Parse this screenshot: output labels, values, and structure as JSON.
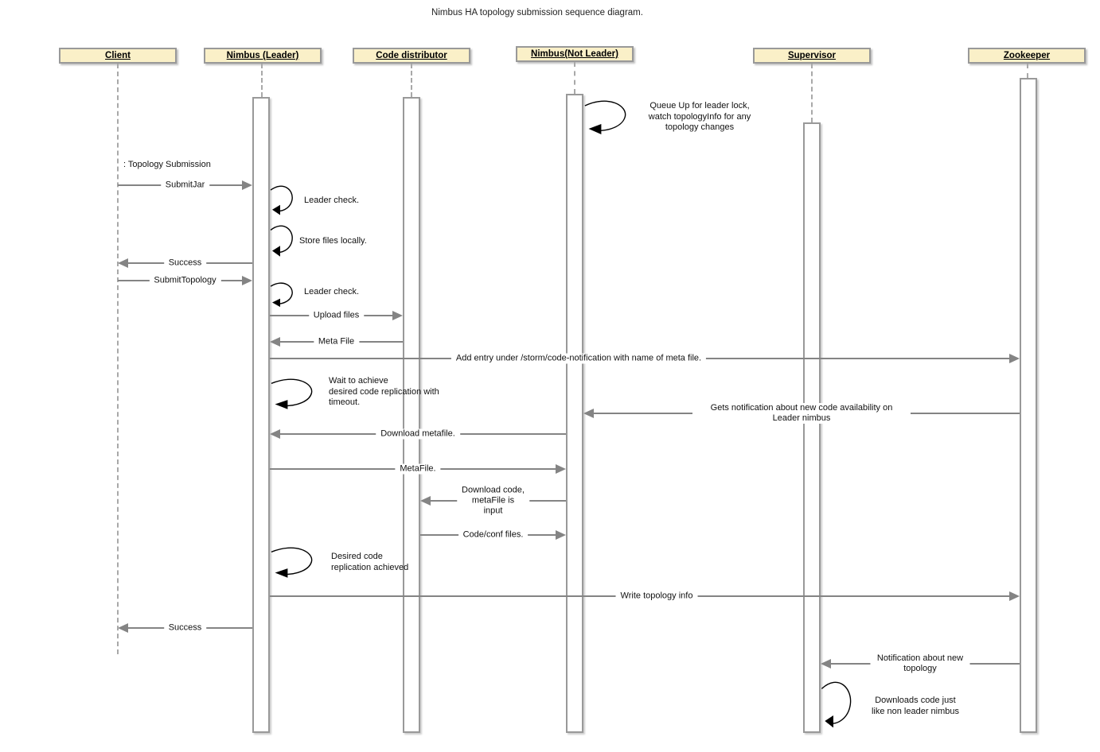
{
  "title": "Nimbus HA topology submission sequence diagram.",
  "colors": {
    "actor_fill": "#faf0c8",
    "actor_border": "#999999",
    "message_line": "#848484",
    "lifeline_dash": "#a9a9a9",
    "self_loop": "#000000",
    "background": "#ffffff"
  },
  "actors": [
    {
      "name": "Client"
    },
    {
      "name": "Nimbus (Leader)"
    },
    {
      "name": "Code distributor"
    },
    {
      "name": "Nimbus(Not Leader)"
    },
    {
      "name": "Supervisor"
    },
    {
      "name": "Zookeeper"
    }
  ],
  "client_instance_label": ": Topology Submission",
  "messages": [
    {
      "from": "Client",
      "to": "Nimbus (Leader)",
      "label": "SubmitJar"
    },
    {
      "from": "Nimbus (Leader)",
      "to": "Client",
      "label": "Success"
    },
    {
      "from": "Client",
      "to": "Nimbus (Leader)",
      "label": "SubmitTopology"
    },
    {
      "from": "Nimbus (Leader)",
      "to": "Code distributor",
      "label": "Upload files"
    },
    {
      "from": "Code distributor",
      "to": "Nimbus (Leader)",
      "label": "Meta File"
    },
    {
      "from": "Nimbus (Leader)",
      "to": "Zookeeper",
      "label": "Add entry under /storm/code-notification with name of meta file."
    },
    {
      "from": "Zookeeper",
      "to": "Nimbus(Not Leader)",
      "label": "Gets notification about new code availability on Leader nimbus"
    },
    {
      "from": "Nimbus(Not Leader)",
      "to": "Nimbus (Leader)",
      "label": "Download metafile."
    },
    {
      "from": "Nimbus (Leader)",
      "to": "Nimbus(Not Leader)",
      "label": "MetaFile."
    },
    {
      "from": "Nimbus(Not Leader)",
      "to": "Code distributor",
      "label": "Download code,\nmetaFile is input"
    },
    {
      "from": "Code distributor",
      "to": "Nimbus(Not Leader)",
      "label": "Code/conf files."
    },
    {
      "from": "Nimbus (Leader)",
      "to": "Zookeeper",
      "label": "Write topology info"
    },
    {
      "from": "Nimbus (Leader)",
      "to": "Client",
      "label": "Success"
    },
    {
      "from": "Zookeeper",
      "to": "Supervisor",
      "label": "Notification about new topology"
    }
  ],
  "self_messages": [
    {
      "actor": "Nimbus(Not Leader)",
      "label": "Queue Up for leader lock,\nwatch topologyInfo for any\ntopology changes"
    },
    {
      "actor": "Nimbus (Leader)",
      "label": "Leader check."
    },
    {
      "actor": "Nimbus (Leader)",
      "label": "Store files locally."
    },
    {
      "actor": "Nimbus (Leader)",
      "label": "Leader check."
    },
    {
      "actor": "Nimbus (Leader)",
      "label": "Wait to achieve\ndesired code replication with\ntimeout."
    },
    {
      "actor": "Nimbus (Leader)",
      "label": "Desired code\nreplication achieved"
    },
    {
      "actor": "Supervisor",
      "label": "Downloads code just\nlike non leader nimbus"
    }
  ]
}
